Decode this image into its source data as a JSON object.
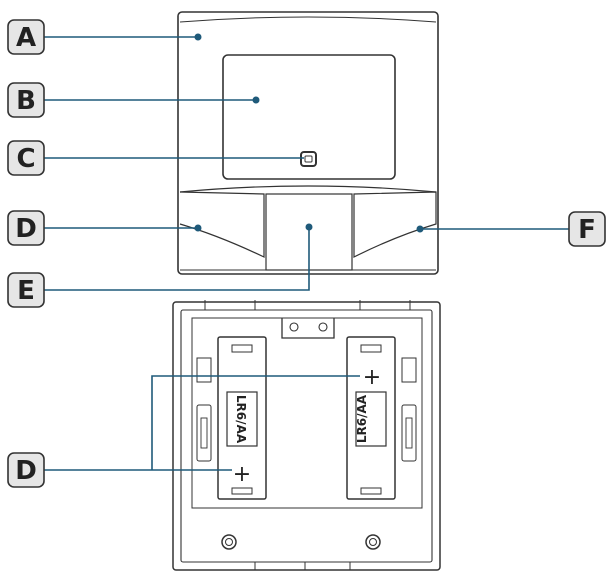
{
  "callouts": {
    "a": "A",
    "b": "B",
    "c": "C",
    "d_front": "D",
    "e": "E",
    "f": "F",
    "d_back": "D"
  },
  "battery_left": {
    "text": "LR6/AA",
    "polarity": "+"
  },
  "battery_right": {
    "text": "LR6/AA",
    "polarity": "+"
  },
  "colors": {
    "outline": "#333333",
    "leader": "#1f5a7a",
    "label_fill": "#e6e6e6"
  }
}
